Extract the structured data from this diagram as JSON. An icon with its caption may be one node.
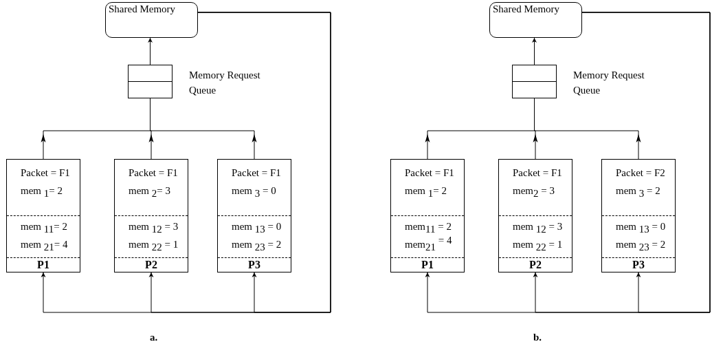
{
  "diagram": {
    "nodes": [
      {
        "text": [
          "Shared Memory"
        ]
      },
      {
        "text": [],
        "shape": "box",
        "beside": [
          "Memory Request Queue"
        ]
      },
      {
        "text": [
          "Packet = F1",
          "mem $_{1}$= 2",
          "mem $_{11}$= 2",
          "mem $_{21}$= 4",
          "P1"
        ]
      },
      {
        "text": [
          "Packet = F1",
          "mem $_{2}$= 3",
          "mem $_{12}$ = 3",
          "mem $_{22}$ = 1",
          "P2"
        ]
      },
      {
        "text": [
          "Packet = F1",
          "mem $_{3}$ = 0",
          "mem $_{13}$ = 0",
          "mem $_{23}$ = 2",
          "P3"
        ]
      },
      {
        "text": [
          "Shared Memory"
        ]
      },
      {
        "text": [],
        "shape": "box",
        "beside": [
          "Memory Request Queue"
        ]
      },
      {
        "text": [
          "Packet = F1",
          "mem $_{1}$= 2",
          "mem$_{11}$ = 2",
          "mem$_{21}$ $^{= 4}$",
          "P1"
        ]
      },
      {
        "text": [
          "Packet = F1",
          "mem$_{2}$ = 3",
          "mem $_{12}$ = 3",
          "mem $_{22}$ = 1",
          "P2"
        ]
      },
      {
        "text": [
          "Packet = F2",
          "mem $_{3}$ = 2",
          "mem $_{13}$ = 0",
          "mem $_{23}$ = 2",
          "P3"
        ]
      }
    ],
    "edges": [
      {
        "from": 1,
        "to": 0,
        "arrow": "to"
      },
      {
        "from": 2,
        "to": 1,
        "arrow": "to"
      },
      {
        "from": 3,
        "to": 1,
        "arrow": "to"
      },
      {
        "from": 4,
        "to": 1,
        "arrow": "to"
      },
      {
        "from": 0,
        "to": 2,
        "arrow": "to"
      },
      {
        "from": 0,
        "to": 3,
        "arrow": "to"
      },
      {
        "from": 0,
        "to": 4,
        "arrow": "to"
      },
      {
        "from": 6,
        "to": 5,
        "arrow": "to"
      },
      {
        "from": 7,
        "to": 6,
        "arrow": "to"
      },
      {
        "from": 8,
        "to": 6,
        "arrow": "to"
      },
      {
        "from": 9,
        "to": 6,
        "arrow": "to"
      },
      {
        "from": 5,
        "to": 7,
        "arrow": "to"
      },
      {
        "from": 5,
        "to": 8,
        "arrow": "to"
      },
      {
        "from": 5,
        "to": 9,
        "arrow": "to"
      }
    ],
    "labels": [
      "a.",
      "b."
    ]
  }
}
